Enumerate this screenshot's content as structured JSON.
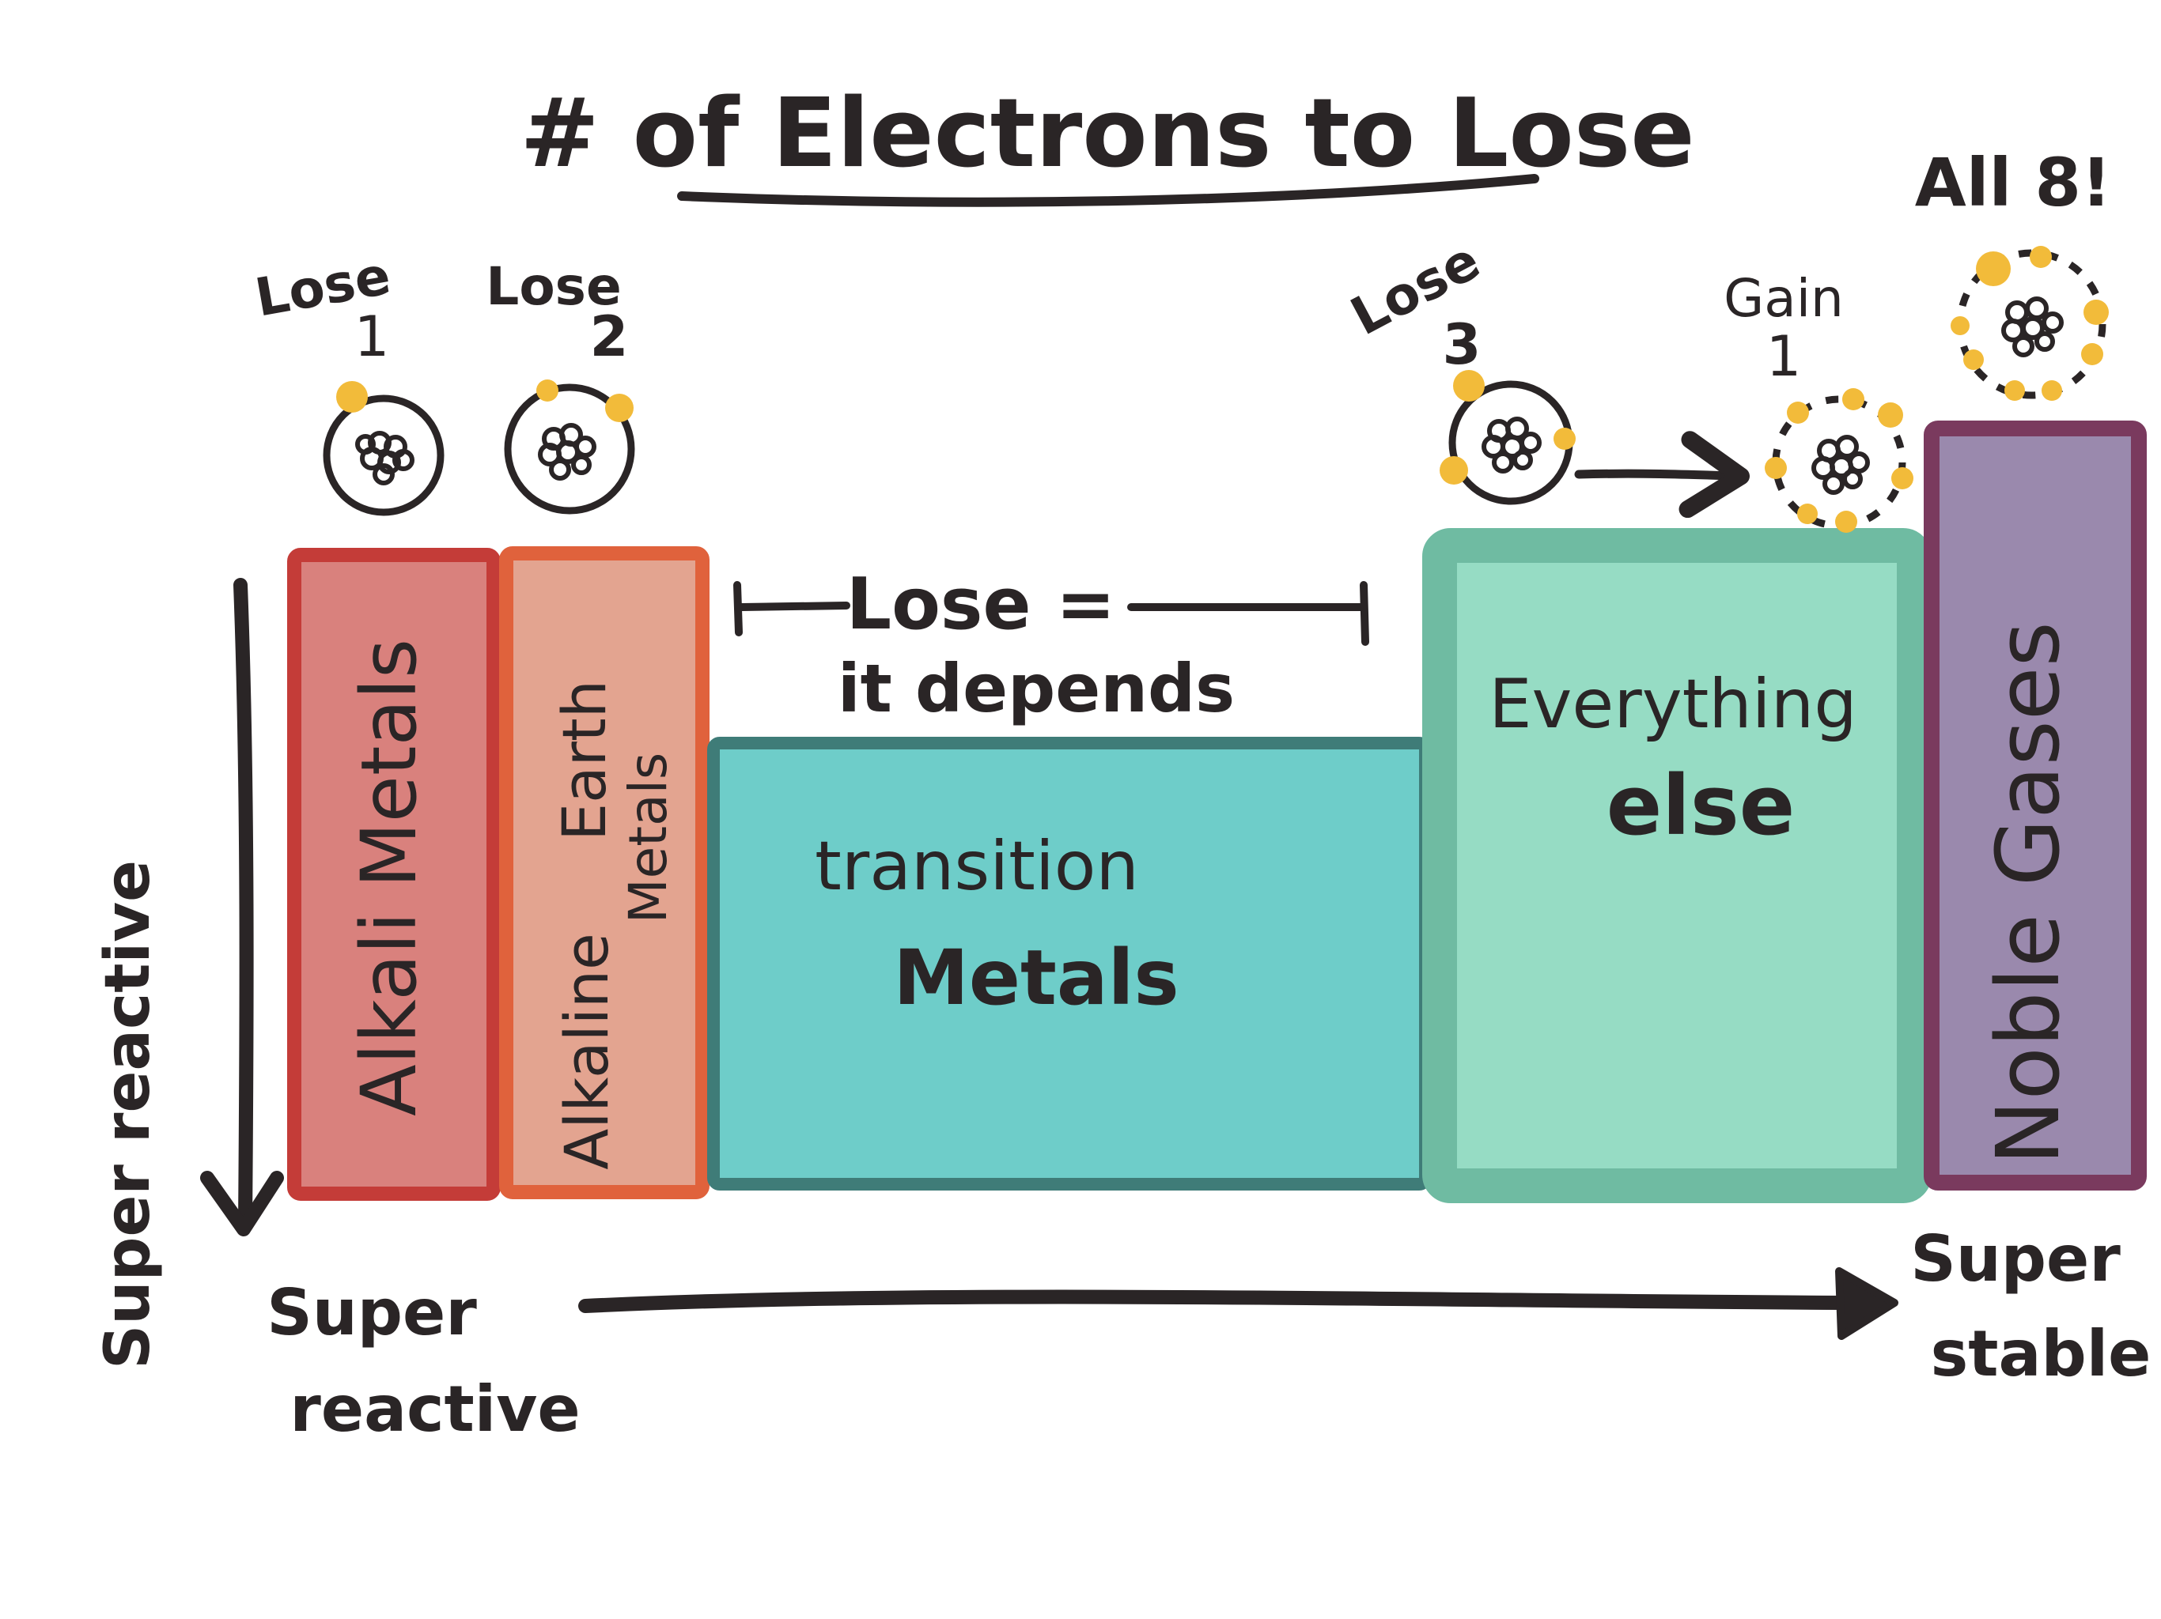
{
  "title": "# of Electrons to Lose",
  "atoms": {
    "alkali": {
      "line1": "Lose",
      "line2": "1"
    },
    "alkaline_earth": {
      "line1": "Lose",
      "line2": "2"
    },
    "group3": {
      "line1": "Lose",
      "line2": "3"
    },
    "halogen": {
      "line1": "Gain",
      "line2": "1"
    },
    "noble": {
      "line1": "All 8!"
    }
  },
  "transition_note": {
    "line1": "Lose =",
    "line2": "it depends"
  },
  "blocks": {
    "alkali": {
      "label": "Alkali Metals",
      "fill": "#d9817d",
      "border": "#c43c38"
    },
    "alkaline_earth": {
      "line1": "Alkaline",
      "line2": "Earth",
      "line3": "Metals",
      "fill": "#e3a490",
      "border": "#e0623c"
    },
    "transition": {
      "line1": "transition",
      "line2": "Metals",
      "fill": "#6ecdc9",
      "border": "#3f7c78"
    },
    "everything_else": {
      "line1": "Everything",
      "line2": "else",
      "fill": "#96dcc4",
      "border": "#6fbba2"
    },
    "noble": {
      "label": "Noble Gases",
      "fill": "#9a89ad",
      "border": "#7a3a5e"
    }
  },
  "axes": {
    "vertical_label": "Super reactive",
    "left_label_1": "Super",
    "left_label_2": "reactive",
    "right_label_1": "Super",
    "right_label_2": "stable"
  },
  "colors": {
    "ink": "#2a2526",
    "electron": "#f2bb3a"
  }
}
